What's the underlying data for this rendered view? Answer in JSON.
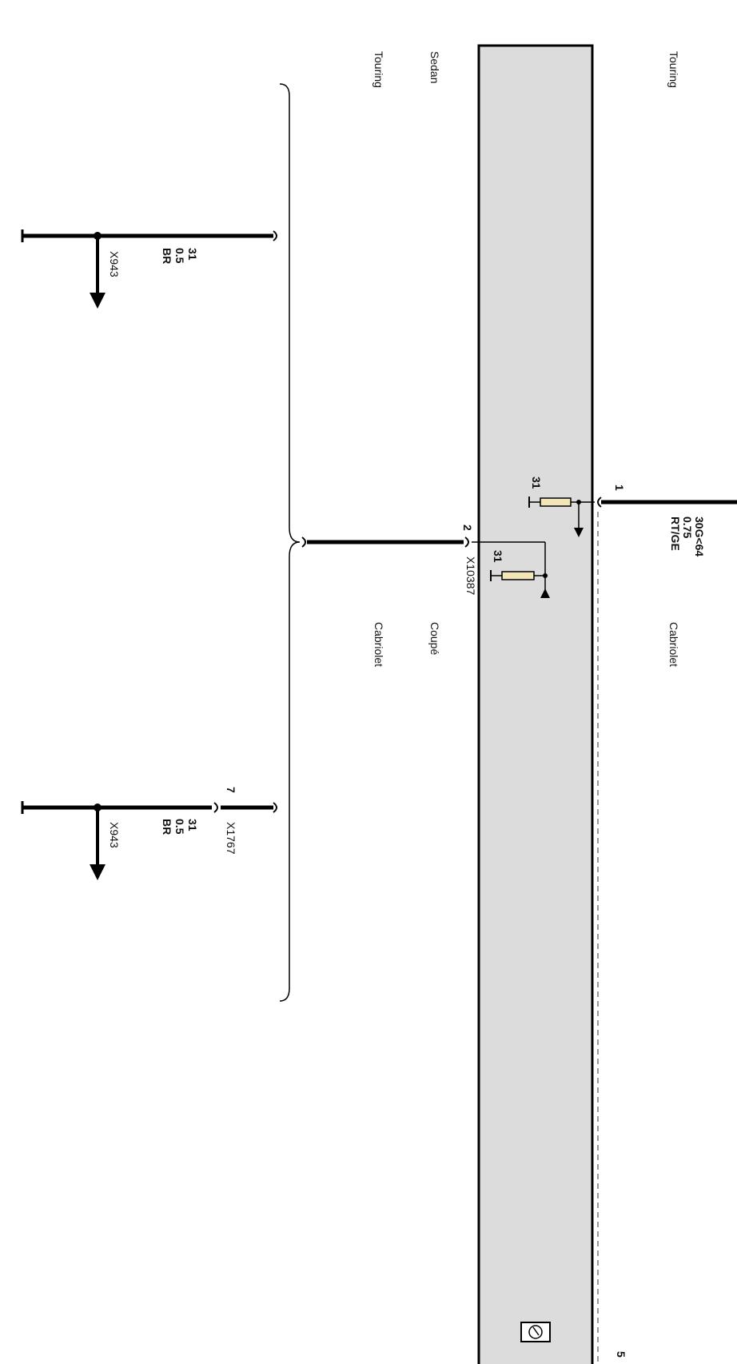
{
  "labels": {
    "touring_right": "Touring",
    "sedan_left": "Sedan",
    "touring_left": "Touring",
    "cabriolet_right": "Cabriolet",
    "coupe_left": "Coupé",
    "cabriolet_left": "Cabriolet"
  },
  "wire_top": {
    "num": "31",
    "size": "0.5",
    "color": "BR",
    "ground": "X943"
  },
  "wire_bottom": {
    "pin": "7",
    "connector": "X1767",
    "num": "31",
    "size": "0.5",
    "color": "BR",
    "ground": "X943"
  },
  "module": {
    "pin1": "1",
    "pin2": "2",
    "pin1_wire": "30G<64",
    "pin1_size": "0.75",
    "pin1_color": "RT/GE",
    "pin2_connector": "X10387",
    "res1_num": "31",
    "res2_num": "31",
    "bottom_pin": "5"
  },
  "colors": {
    "module_fill": "#dcdcdc",
    "dashed_line": "#9a9a9a",
    "resistor_fill": "#f2e6b8"
  }
}
